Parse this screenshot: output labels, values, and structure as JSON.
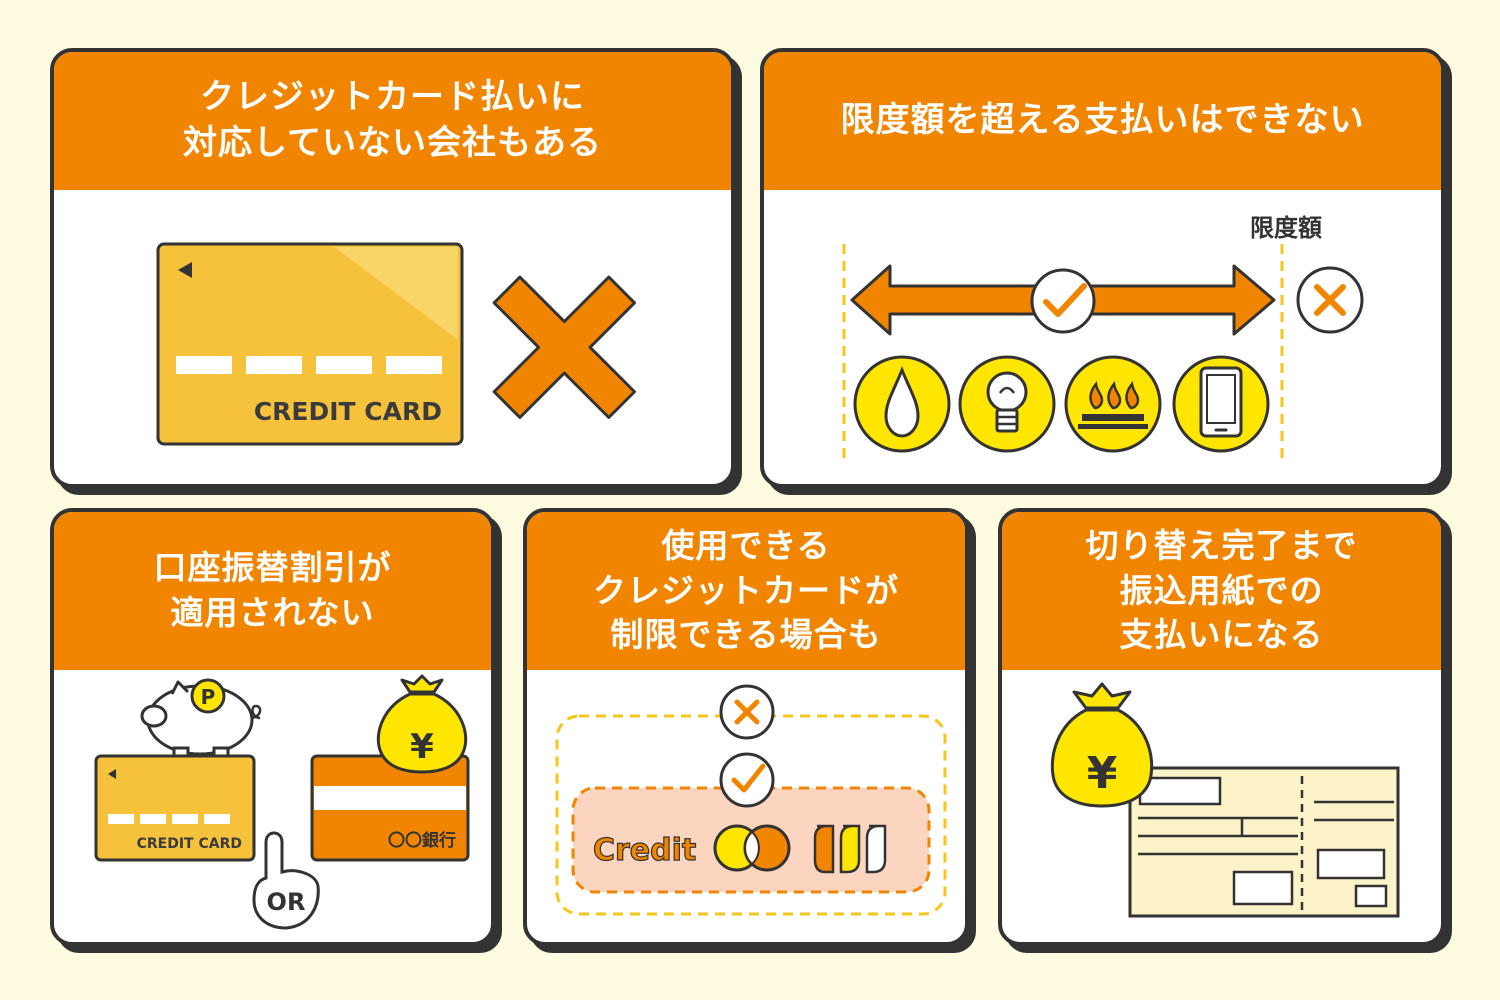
{
  "colors": {
    "background": "#fefbe1",
    "header_orange": "#f28500",
    "outline": "#333333",
    "card_yellow": "#f6c23c",
    "icon_yellow": "#ffe600",
    "dash_yellow": "#f8c51a",
    "slip_cream": "#fdf3c8",
    "peach": "#fbd5c0"
  },
  "panels": {
    "p1": {
      "title_lines": [
        "クレジットカード払いに",
        "対応していない会社もある"
      ],
      "card_label": "CREDIT CARD",
      "icons": [
        "credit-card-icon",
        "cross-mark-icon"
      ]
    },
    "p2": {
      "title_lines": [
        "限度額を超える支払いはできない"
      ],
      "limit_label": "限度額",
      "icons": [
        "double-arrow-icon",
        "check-mark-icon",
        "cross-mark-icon",
        "water-drop-icon",
        "light-bulb-icon",
        "gas-flame-icon",
        "smartphone-icon"
      ]
    },
    "p3": {
      "title_lines": [
        "口座振替割引が",
        "適用されない"
      ],
      "card_label": "CREDIT CARD",
      "coin_label": "P",
      "or_label": "OR",
      "bank_label": "〇〇銀行",
      "moneybag_label": "¥",
      "icons": [
        "piggy-bank-icon",
        "credit-card-icon",
        "pointing-hand-icon",
        "bank-card-icon",
        "money-bag-icon"
      ]
    },
    "p4": {
      "title_lines": [
        "使用できる",
        "クレジットカードが",
        "制限できる場合も"
      ],
      "credit_label": "Credit",
      "icons": [
        "cross-mark-icon",
        "check-mark-icon",
        "card-brand-circles-icon",
        "card-brand-stripes-icon"
      ]
    },
    "p5": {
      "title_lines": [
        "切り替え完了まで",
        "振込用紙での",
        "支払いになる"
      ],
      "moneybag_label": "¥",
      "icons": [
        "money-bag-icon",
        "payment-slip-icon"
      ]
    }
  }
}
